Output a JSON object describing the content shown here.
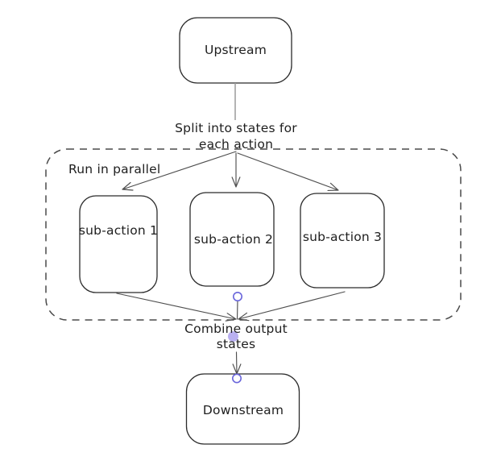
{
  "diagram": {
    "nodes": {
      "upstream": {
        "label": "Upstream"
      },
      "sub_action_1": {
        "label": "sub-action 1"
      },
      "sub_action_2": {
        "label": "sub-action 2"
      },
      "sub_action_3": {
        "label": "sub-action 3"
      },
      "downstream": {
        "label": "Downstream"
      }
    },
    "group": {
      "label": "Run in parallel"
    },
    "edge_labels": {
      "split": {
        "line1": "Split into states for",
        "line2": "each action"
      },
      "combine": {
        "line1": "Combine output",
        "line2": "states"
      }
    },
    "colors": {
      "stroke": "#1e1e1e",
      "connector": "#4f4f4f",
      "muted_connector": "#9b9b9b",
      "accent": "#6965db",
      "accent_fill": "#b9b0f0",
      "background": "#ffffff"
    }
  }
}
